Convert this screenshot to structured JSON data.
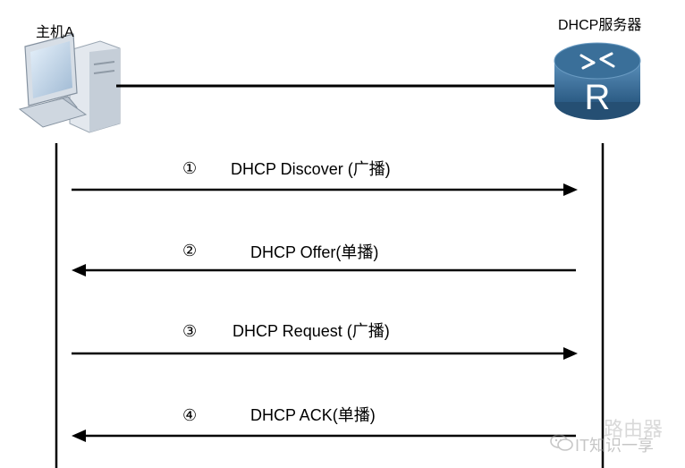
{
  "host": {
    "label": "主机A"
  },
  "server": {
    "label": "DHCP服务器"
  },
  "messages": [
    {
      "number": "①",
      "label": "DHCP Discover (广播)",
      "direction": "host-to-server"
    },
    {
      "number": "②",
      "label": "DHCP Offer(单播)",
      "direction": "server-to-host"
    },
    {
      "number": "③",
      "label": "DHCP Request (广播)",
      "direction": "host-to-server"
    },
    {
      "number": "④",
      "label": "DHCP ACK(单播)",
      "direction": "server-to-host"
    }
  ],
  "watermark": {
    "top": "路由器",
    "bottom": "IT知识一享"
  },
  "icons": {
    "host": "desktop-computer-icon",
    "server": "router-icon"
  },
  "colors": {
    "line": "#000000",
    "router_body": "#4a7fa8",
    "router_top": "#2d5f86",
    "monitor": "#c9d3de"
  }
}
